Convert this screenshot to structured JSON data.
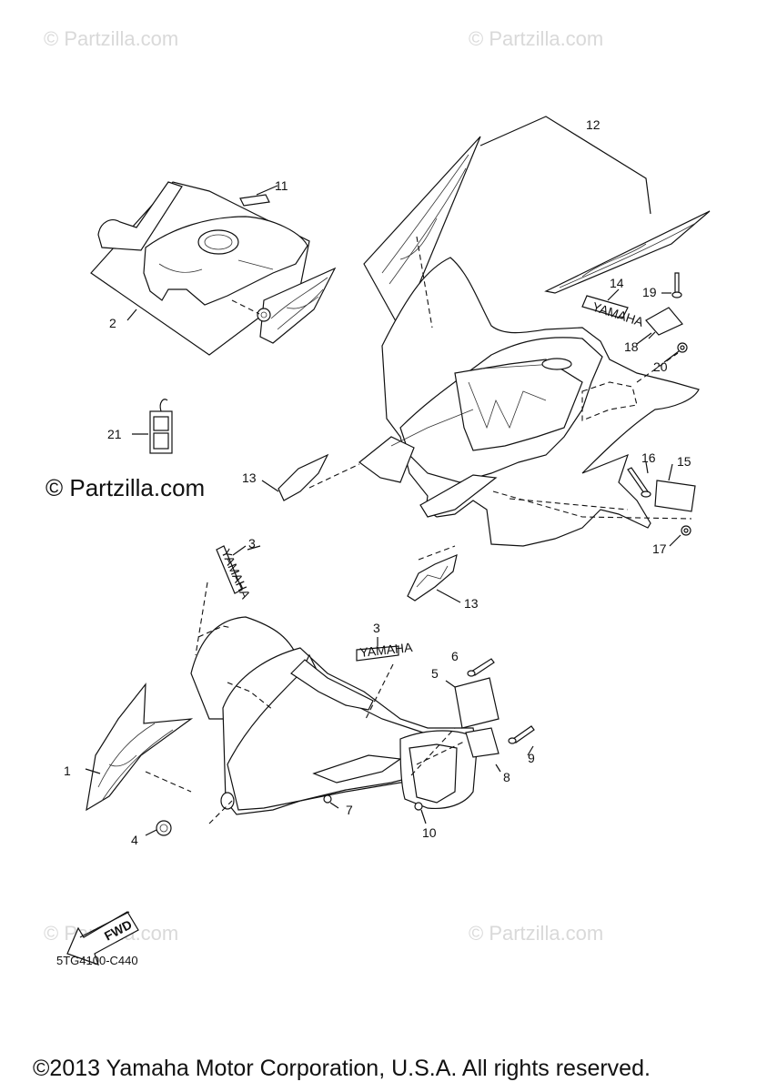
{
  "watermarks": [
    "© Partzilla.com",
    "© Partzilla.com",
    "© Partzilla.com",
    "© Partzilla.com"
  ],
  "brand_mark": "© Partzilla.com",
  "diagram_code": "5TG4100-C440",
  "footer": "©2013 Yamaha Motor Corporation, U.S.A. All rights reserved.",
  "fwd_label": "FWD",
  "decal_texts": {
    "yamaha": "YAMAHA"
  },
  "callouts": [
    "1",
    "2",
    "3",
    "3",
    "4",
    "5",
    "6",
    "7",
    "8",
    "9",
    "10",
    "11",
    "12",
    "13",
    "13",
    "14",
    "15",
    "16",
    "17",
    "18",
    "19",
    "20",
    "21"
  ]
}
